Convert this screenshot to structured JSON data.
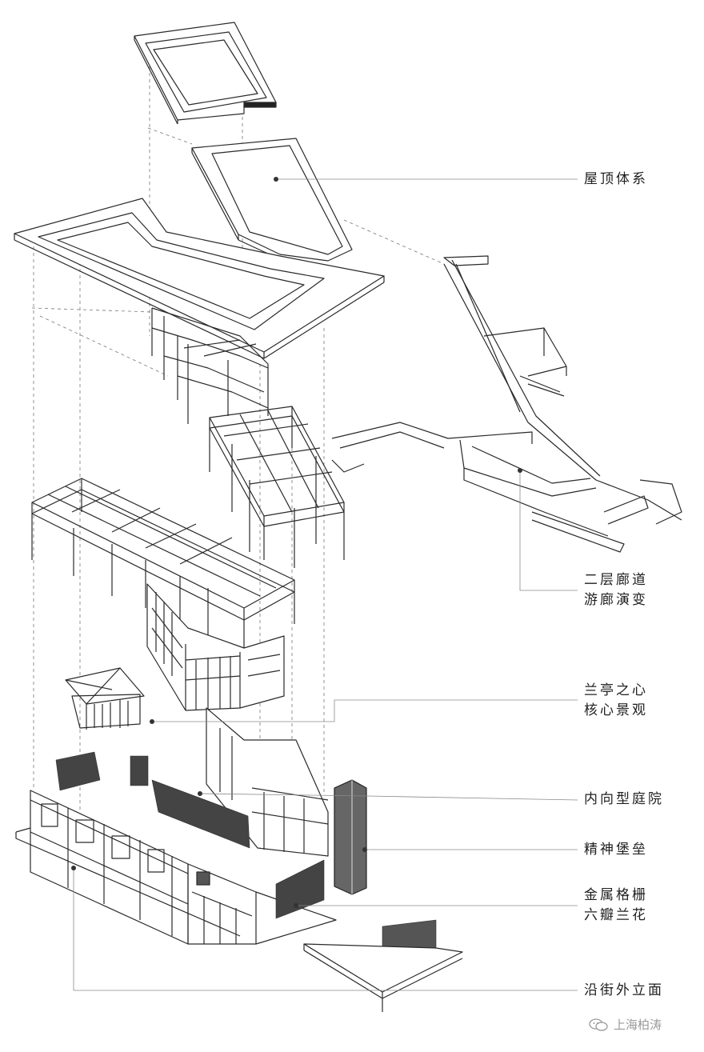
{
  "labels": [
    {
      "id": "roof-system",
      "lines": [
        "屋顶体系"
      ]
    },
    {
      "id": "second-floor-corridor",
      "lines": [
        "二层廊道",
        "游廊演变"
      ]
    },
    {
      "id": "orchid-pavilion-heart",
      "lines": [
        "兰亭之心",
        "核心景观"
      ]
    },
    {
      "id": "inward-courtyard",
      "lines": [
        "内向型庭院"
      ]
    },
    {
      "id": "spiritual-fortress",
      "lines": [
        "精神堡垒"
      ]
    },
    {
      "id": "metal-grille",
      "lines": [
        "金属格栅",
        "六瓣兰花"
      ]
    },
    {
      "id": "street-facade",
      "lines": [
        "沿街外立面"
      ]
    }
  ],
  "watermark": {
    "text": "上海柏涛",
    "icon": "wechat-icon"
  },
  "colors": {
    "line": "#2a2a2a",
    "leader": "#8a8a8a",
    "dot": "#333333",
    "fill": "#ffffff"
  }
}
